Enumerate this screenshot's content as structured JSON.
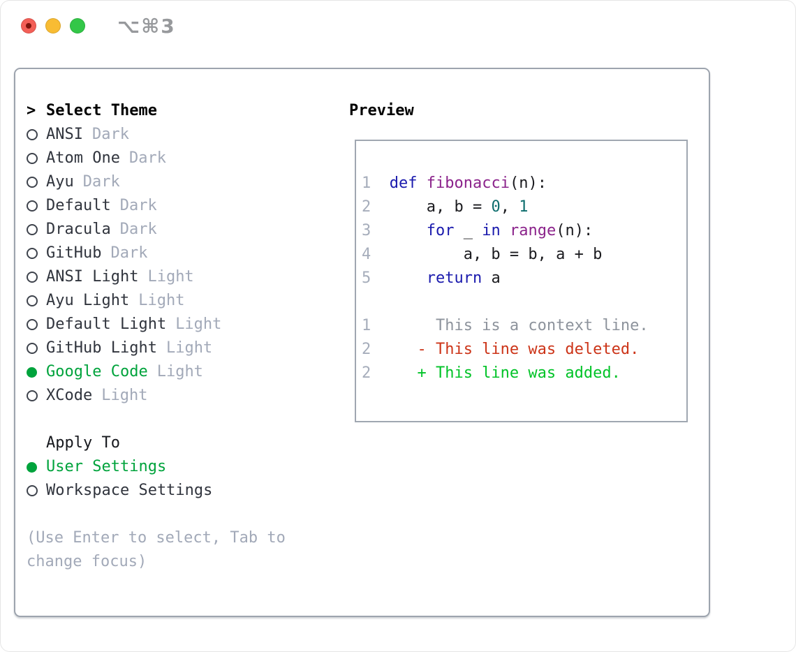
{
  "window": {
    "title": "⌥⌘3"
  },
  "colors": {
    "accent_green": "#00a33c",
    "muted_gray": "#a2a9b8",
    "item_text": "#30343d",
    "panel_border": "#9da4ae",
    "traffic_red": "#f35f57",
    "traffic_yellow": "#f8bc33",
    "traffic_green": "#33c748",
    "syntax_keyword": "#1a1aad",
    "syntax_function": "#8b238b",
    "syntax_number": "#0d6d6d",
    "diff_deleted": "#cc3418",
    "diff_added": "#00c327",
    "diff_context": "#8d939c"
  },
  "left": {
    "header_prefix": ">",
    "header": "Select Theme",
    "themes": [
      {
        "name": "ANSI",
        "variant": "Dark",
        "selected": false
      },
      {
        "name": "Atom One",
        "variant": "Dark",
        "selected": false
      },
      {
        "name": "Ayu",
        "variant": "Dark",
        "selected": false
      },
      {
        "name": "Default",
        "variant": "Dark",
        "selected": false
      },
      {
        "name": "Dracula",
        "variant": "Dark",
        "selected": false
      },
      {
        "name": "GitHub",
        "variant": "Dark",
        "selected": false
      },
      {
        "name": "ANSI Light",
        "variant": "Light",
        "selected": false
      },
      {
        "name": "Ayu Light",
        "variant": "Light",
        "selected": false
      },
      {
        "name": "Default Light",
        "variant": "Light",
        "selected": false
      },
      {
        "name": "GitHub Light",
        "variant": "Light",
        "selected": false
      },
      {
        "name": "Google Code",
        "variant": "Light",
        "selected": true
      },
      {
        "name": "XCode",
        "variant": "Light",
        "selected": false
      }
    ],
    "apply_label": "Apply To",
    "apply_options": [
      {
        "name": "User Settings",
        "selected": true
      },
      {
        "name": "Workspace Settings",
        "selected": false
      }
    ],
    "help": "(Use Enter to select, Tab to change focus)"
  },
  "preview": {
    "label": "Preview",
    "lines": [
      {
        "num": "1",
        "segments": [
          {
            "c": "kw",
            "t": "def"
          },
          {
            "c": "pl",
            "t": " "
          },
          {
            "c": "fn",
            "t": "fibonacci"
          },
          {
            "c": "pl",
            "t": "(n):"
          }
        ]
      },
      {
        "num": "2",
        "segments": [
          {
            "c": "pl",
            "t": "    a, b = "
          },
          {
            "c": "lit",
            "t": "0"
          },
          {
            "c": "pl",
            "t": ", "
          },
          {
            "c": "lit",
            "t": "1"
          }
        ]
      },
      {
        "num": "3",
        "segments": [
          {
            "c": "pl",
            "t": "    "
          },
          {
            "c": "kw",
            "t": "for"
          },
          {
            "c": "pl",
            "t": " _ "
          },
          {
            "c": "kw",
            "t": "in"
          },
          {
            "c": "pl",
            "t": " "
          },
          {
            "c": "fn",
            "t": "range"
          },
          {
            "c": "pl",
            "t": "(n):"
          }
        ]
      },
      {
        "num": "4",
        "segments": [
          {
            "c": "pl",
            "t": "        a, b = b, a + b"
          }
        ]
      },
      {
        "num": "5",
        "segments": [
          {
            "c": "pl",
            "t": "    "
          },
          {
            "c": "kw",
            "t": "return"
          },
          {
            "c": "pl",
            "t": " a"
          }
        ]
      },
      {
        "num": "",
        "segments": []
      },
      {
        "num": "1",
        "segments": [
          {
            "c": "ctx",
            "t": "     This is a context line."
          }
        ]
      },
      {
        "num": "2",
        "segments": [
          {
            "c": "del",
            "t": "   - This line was deleted."
          }
        ]
      },
      {
        "num": "2",
        "segments": [
          {
            "c": "add",
            "t": "   + This line was added."
          }
        ]
      }
    ]
  }
}
